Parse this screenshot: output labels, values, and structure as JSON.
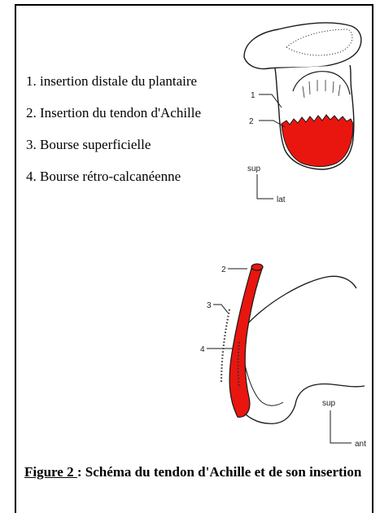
{
  "legend": {
    "items": [
      "1. insertion distale du plantaire",
      "2. Insertion du tendon d'Achille",
      "3. Bourse superficielle",
      "4. Bourse rétro-calcanéenne"
    ]
  },
  "top_diagram": {
    "labels": {
      "one": "1",
      "two": "2",
      "sup": "sup",
      "lat": "lat"
    }
  },
  "bottom_diagram": {
    "labels": {
      "two": "2",
      "three": "3",
      "four": "4",
      "sup": "sup",
      "ant": "ant"
    }
  },
  "caption": {
    "figure": "Figure 2 ",
    "text": ": Schéma du tendon d'Achille et de son insertion"
  },
  "colors": {
    "tendon": "#e8160f",
    "outline": "#1a1a1a"
  }
}
